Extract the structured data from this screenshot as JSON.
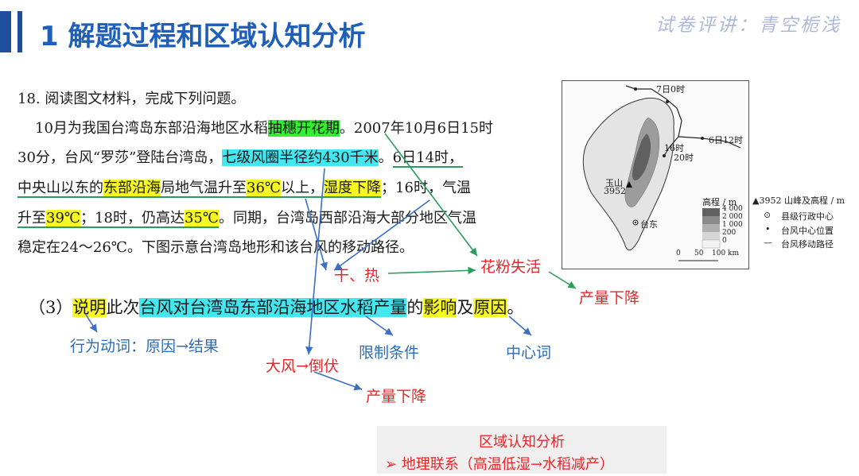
{
  "header": {
    "title": "1 解题过程和区域认知分析",
    "watermark": "试卷评讲：青空栀浅"
  },
  "question": {
    "intro": "18. 阅读图文材料，完成下列问题。",
    "l1_a": "10月为我国台湾岛东部沿海地区水稻",
    "l1_hl": "抽穗开花期",
    "l1_b": "。2007年10月6日15时",
    "l2_a": "30分，台风“罗莎”登陆台湾岛，",
    "l2_hl": "七级风圈半径约430千米",
    "l2_b": "。",
    "l2_c": "6日14时，",
    "l3_a": "中央山以东的",
    "l3_hl1": "东部沿海",
    "l3_b": "局地气温升至",
    "l3_hl2": "36℃",
    "l3_c": "以上，",
    "l3_hl3": "湿度下降",
    "l3_d": "；16时，气温",
    "l4_a": "升至",
    "l4_hl1": "39℃",
    "l4_b": "；18时，仍高达",
    "l4_hl2": "35℃",
    "l4_c": "。同期，台湾岛西部沿海大部分地区气温",
    "l5": "稳定在24～26℃。下图示意台湾岛地形和该台风的移动路径。"
  },
  "q3": {
    "num": "（3）",
    "hl1": "说明",
    "a": "此次",
    "hl2": "台风对台湾岛东部沿海地区水稻产量",
    "b": "的",
    "hl3": "影响",
    "c": "及",
    "hl4": "原因",
    "d": "。"
  },
  "annotations": {
    "dry_hot": "干、热",
    "pollen": "花粉失活",
    "yield1": "产量下降",
    "verb": "行为动词：原因→结果",
    "wind": "大风→倒伏",
    "limit": "限制条件",
    "center": "中心词",
    "yield2": "产量下降"
  },
  "map": {
    "t1": "7日0时",
    "t2": "6日12时",
    "t3": "16时",
    "t4": "20时",
    "peak": "玉山",
    "peak_h": "3952",
    "city": "台东",
    "elev_title": "高程 / m",
    "e1": "4 000",
    "e2": "2 000",
    "e3": "1 000",
    "e4": "200",
    "e5": "0",
    "scale0": "0",
    "scale1": "50",
    "scale2": "100 km",
    "leg1": "▲3952 山峰及高程 / m",
    "leg2": "县级行政中心",
    "leg3": "台风中心位置",
    "leg4": "台风移动路径"
  },
  "summary": {
    "title": "区域认知分析",
    "item": "➢ 地理联系（高温低湿→水稻减产）"
  }
}
